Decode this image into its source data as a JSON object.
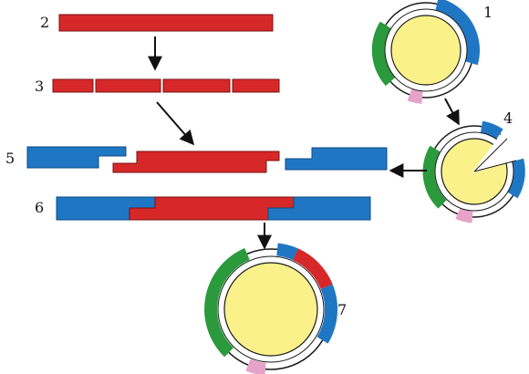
{
  "labels": {
    "step1": "1",
    "step2": "2",
    "step3": "3",
    "step4": "4",
    "step5": "5",
    "step6": "6",
    "step7": "7"
  },
  "colors": {
    "foreign_dna": "#d62828",
    "vector_dna": "#1f77c4",
    "plasmid_interior": "#fbf18a",
    "plasmid_green": "#2a9a3c",
    "plasmid_pink": "#e6a2c8",
    "plasmid_white": "#ffffff",
    "outline": "#1a1a1a",
    "arrow": "#111111"
  },
  "icons": {
    "arrow": "arrow-icon",
    "plasmid": "plasmid-ring-icon"
  }
}
